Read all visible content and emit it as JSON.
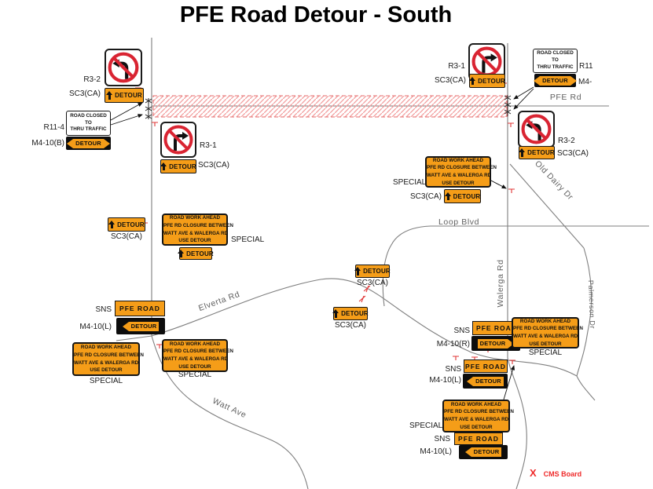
{
  "title": "PFE Road Detour - South",
  "legend": {
    "symbol": "X",
    "label": "CMS Board"
  },
  "roads": {
    "pfe": "PFE Rd",
    "loop": "Loop Blvd",
    "walerga": "Walerga Rd",
    "elverta": "Elverta Rd",
    "watt": "Watt Ave",
    "old_dairy": "Old Dairy Dr",
    "palmerson": "Palmerson Dr"
  },
  "signs": {
    "detour": "DETOUR",
    "pfe_road": "PFE ROAD",
    "road_closed": {
      "line1": "ROAD CLOSED",
      "line2": "TO",
      "line3": "THRU TRAFFIC"
    },
    "road_work": {
      "line1": "ROAD WORK AHEAD",
      "line2": "PFE RD CLOSURE BETWEEN",
      "line3": "WATT AVE & WALERGA RD",
      "line4": "USE DETOUR"
    }
  },
  "labels": {
    "r3_1": "R3-1",
    "r3_2": "R3-2",
    "r11_4": "R11-4",
    "r11_trunc": "R11",
    "m4_10b": "M4-10(B)",
    "m4_10l": "M4-10(L)",
    "m4_10r": "M4-10(R)",
    "m4_trunc": "M4-",
    "sc3": "SC3(CA)",
    "sns": "SNS",
    "special": "SPECIAL"
  },
  "colors": {
    "sign_orange": "#f59d18",
    "prohibition_red": "#d92432",
    "closure_hatch_red": "#f29d9d",
    "marker_red": "#e03434",
    "road_gray": "#7f7f7f"
  }
}
